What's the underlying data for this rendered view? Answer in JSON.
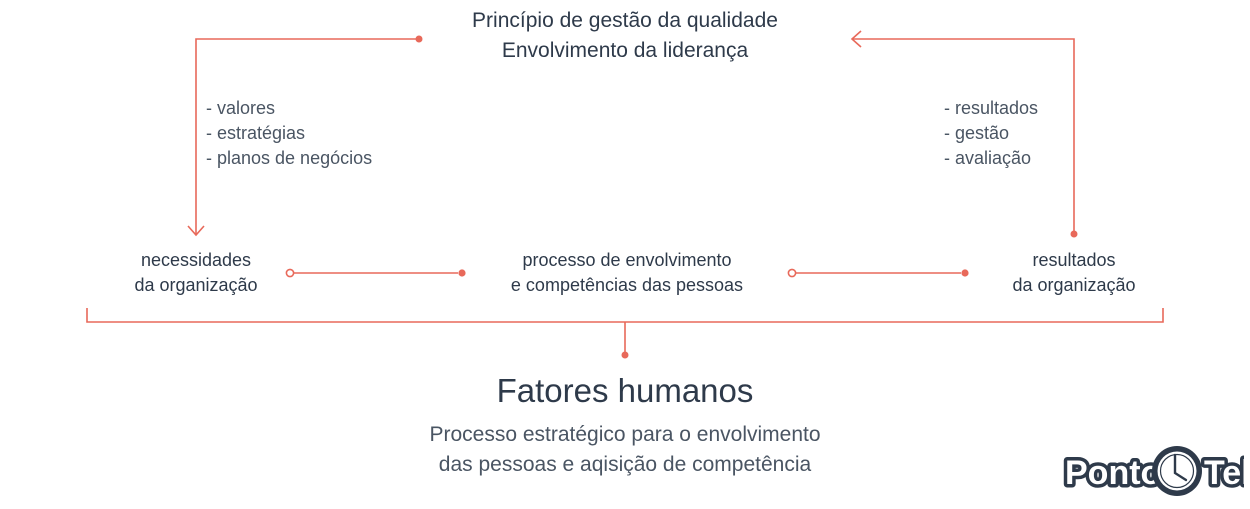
{
  "header": {
    "line1": "Princípio de gestão da qualidade",
    "line2": "Envolvimento da liderança"
  },
  "left_list": [
    "- valores",
    "- estratégias",
    "- planos de negócios"
  ],
  "right_list": [
    "- resultados",
    "- gestão",
    "- avaliação"
  ],
  "nodes": {
    "left": [
      "necessidades",
      "da organização"
    ],
    "middle": [
      "processo de envolvimento",
      "e competências das pessoas"
    ],
    "right": [
      "resultados",
      "da organização"
    ]
  },
  "footer": {
    "title": "Fatores humanos",
    "subtitle_line1": "Processo estratégico para o envolvimento",
    "subtitle_line2": "das pessoas e aqisição de competência"
  },
  "logo": {
    "part1": "Ponto",
    "part2": "Tel",
    "icon": "clock-icon"
  },
  "colors": {
    "accent": "#e8695a",
    "text": "#2e3a4a",
    "logo": "#2e3a4a"
  }
}
